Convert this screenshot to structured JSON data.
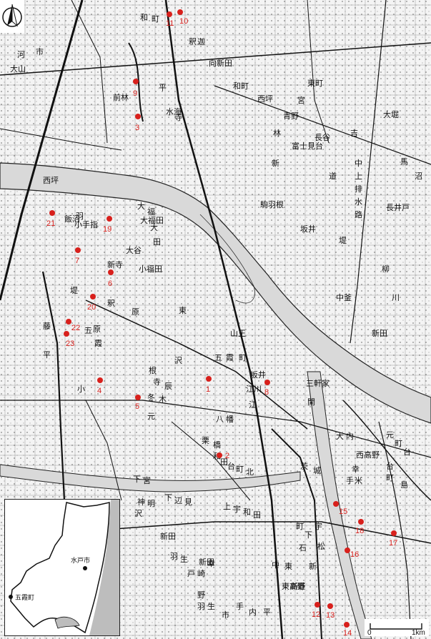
{
  "place_names": [
    "和",
    "町",
    "大山",
    "市",
    "河",
    "釈",
    "迦",
    "向新田",
    "寺",
    "和町",
    "西坪",
    "青野",
    "東町",
    "平",
    "水海",
    "前林",
    "中",
    "上",
    "排",
    "水",
    "路",
    "道",
    "新",
    "長井戸",
    "駒羽根",
    "長谷",
    "大堀",
    "富士見台",
    "柳",
    "坂井",
    "新田",
    "堤",
    "川",
    "中釜",
    "吉",
    "林",
    "沼",
    "馬",
    "宮",
    "西坪",
    "飯沼",
    "大福田",
    "小福田",
    "山王",
    "江",
    "五",
    "霞",
    "町",
    "坂井",
    "東",
    "三軒家",
    "開",
    "八",
    "幡",
    "小手指",
    "大谷",
    "根",
    "寺",
    "新寺",
    "原",
    "大",
    "冬",
    "木",
    "江川",
    "藤",
    "釈",
    "五",
    "霞",
    "平",
    "原",
    "大",
    "福",
    "田",
    "辰",
    "沢",
    "小",
    "堤",
    "羽",
    "元",
    "栗",
    "橋",
    "新田",
    "上",
    "宇",
    "和",
    "田",
    "茨",
    "城",
    "下",
    "辺",
    "見",
    "沢",
    "神",
    "明",
    "下",
    "宮",
    "羽",
    "生",
    "新田",
    "幸",
    "手",
    "市",
    "内",
    "平",
    "野",
    "羽",
    "生",
    "戸",
    "崎",
    "中",
    "東",
    "新",
    "松",
    "石",
    "町",
    "下",
    "宇",
    "和",
    "田",
    "台",
    "町",
    "北",
    "大",
    "内",
    "台",
    "町",
    "元",
    "町",
    "台",
    "幸",
    "手",
    "米",
    "島",
    "西高野",
    "東高野",
    "新",
    "道"
  ],
  "sites": [
    "1",
    "2",
    "3",
    "4",
    "5",
    "6",
    "7",
    "8",
    "9",
    "10",
    "11",
    "12",
    "13",
    "14",
    "15",
    "16",
    "17",
    "18",
    "19",
    "20",
    "21",
    "22",
    "23"
  ],
  "inset": {
    "city_label": "水戸市",
    "town_label": "五霞町"
  },
  "scale": {
    "start": "0",
    "end": "1km"
  },
  "colors": {
    "site_marker": "#d8201c",
    "river": "#d9d9d9",
    "road": "#111111",
    "base": "#f4f4f4",
    "sea": "#bdbdbd"
  },
  "icons": {
    "north": "north-arrow-icon"
  }
}
